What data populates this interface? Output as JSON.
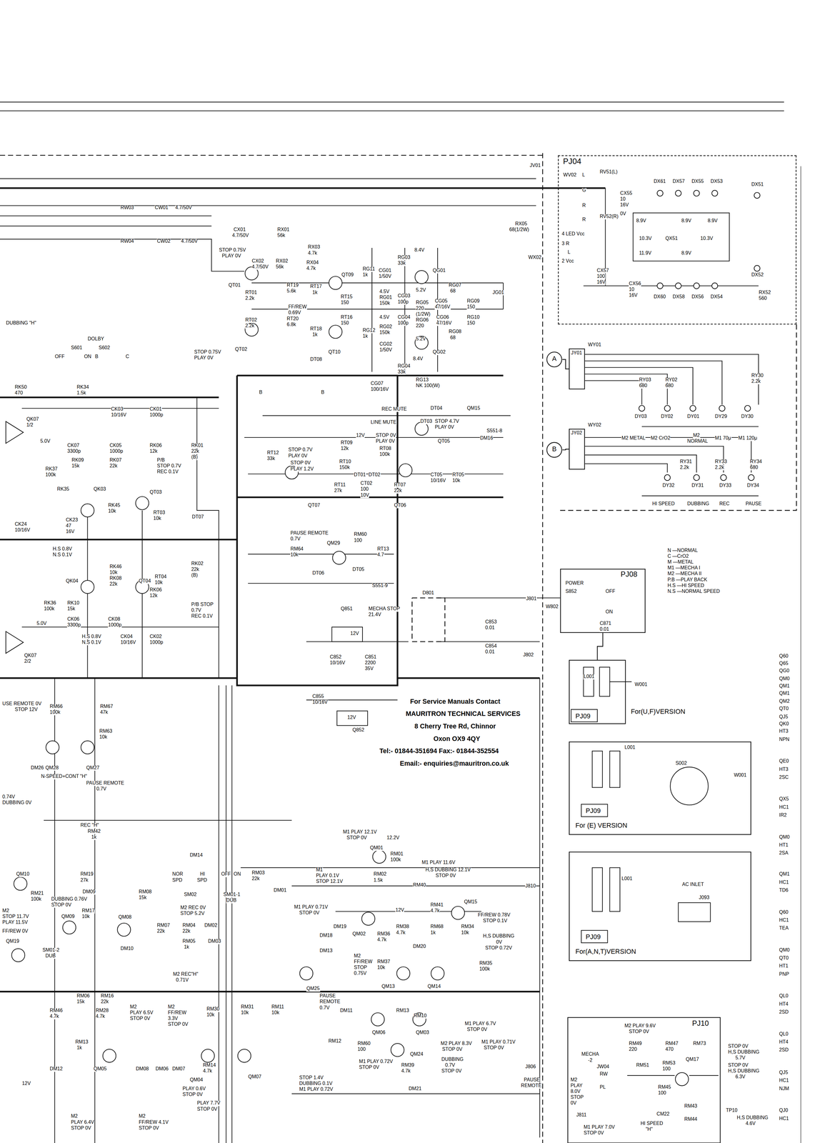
{
  "diagram": {
    "nodes": [
      {
        "text": [
          "PJ04"
        ]
      },
      {
        "text": [
          "JY01"
        ]
      },
      {
        "text": [
          "JY02"
        ]
      },
      {
        "text": [
          "A"
        ]
      },
      {
        "text": [
          "B"
        ]
      },
      {
        "text": [
          "PJ08"
        ]
      },
      {
        "text": [
          "PJ09",
          "For(U,F)VERSION"
        ]
      },
      {
        "text": [
          "PJ09",
          "For (E) VERSION"
        ]
      },
      {
        "text": [
          "PJ09",
          "For(A,N,T)VERSION"
        ]
      },
      {
        "text": [
          "PJ10"
        ]
      }
    ],
    "edges": [
      {
        "from": 5,
        "to": 6,
        "arrow": "none"
      },
      {
        "from": 3,
        "to": 1,
        "arrow": "none"
      },
      {
        "from": 4,
        "to": 2,
        "arrow": "none"
      }
    ],
    "labels": [
      "RW03",
      "CW01",
      "4.7/50V",
      "RW04",
      "CW02",
      "4.7/50V",
      "CX01",
      "4.7/50V",
      "RX01",
      "56k",
      "RX03",
      "4.7k",
      "STOP 0.75V",
      "PLAY 0V",
      "CX02",
      "4.7/50V",
      "RX02",
      "56k",
      "RX04",
      "4.7k",
      "QT09",
      "QT01",
      "RT01",
      "2.2k",
      "RT19",
      "5.6k",
      "RT17",
      "1k",
      "RT15",
      "150",
      "RG03",
      "33k",
      "8.4V",
      "QG01",
      "RG11",
      "1k",
      "CG01",
      "1/50V",
      "4.5V",
      "CG03",
      "100p",
      "RG01",
      "150k",
      "5.2V",
      "RG05",
      "220",
      "RG07",
      "68",
      "CG05",
      "47/16V",
      "RG09",
      "150",
      "JG01",
      "RT02",
      "2.2k",
      "RT20",
      "6.8k",
      "FF/REW",
      "0.69V",
      "RT16",
      "150",
      "RT18",
      "1k",
      "QT10",
      "QT02",
      "STOP 0.75V",
      "PLAY 0V",
      "DT08",
      "4.5V",
      "RG02",
      "150k",
      "RG12",
      "1k",
      "CG02",
      "1/50V",
      "CG04",
      "100p",
      "(1/2W)",
      "RG06",
      "220",
      "CG06",
      "47/16V",
      "RG10",
      "150",
      "RG08",
      "68",
      "5.2V",
      "QG02",
      "8.4V",
      "RG04",
      "33k",
      "DUBBING \"H\"",
      "DOLBY",
      "S601",
      "OFF",
      "ON",
      "S602",
      "B",
      "C",
      "RK50",
      "470",
      "RK34",
      "1.5k",
      "CG07",
      "100/16V",
      "RG13",
      "NK 100(W)",
      "B",
      "B",
      "REC MUTE",
      "DT04",
      "QM15",
      "DT03",
      "STOP 4.7V",
      "PLAY 0V",
      "S551-8",
      "DM16",
      "QT05",
      "LINE MUTE",
      "12V",
      "STOP 0V",
      "PLAY 0V",
      "STOP 0.7V",
      "PLAY 0V",
      "STOP 0V",
      "PLAY 1.2V",
      "RT12",
      "33k",
      "RT09",
      "12k",
      "RT08",
      "100k",
      "RT10",
      "150k",
      "DT01",
      "DT02",
      "RT11",
      "27k",
      "CT02",
      "100",
      "10V",
      "RT07",
      "22k",
      "CT05",
      "10/16V",
      "RT05",
      "10k",
      "QT07",
      "QT06",
      "QK07",
      "1/2",
      "5.0V",
      "CK03",
      "10/16V",
      "CK01",
      "1000p",
      "CK07",
      "3300p",
      "CK05",
      "1000p",
      "RK06",
      "12k",
      "RK01",
      "22k",
      "(B)",
      "RK09",
      "15k",
      "RK07",
      "22k",
      "P/B",
      "STOP 0.7V",
      "REC 0.1V",
      "RK37",
      "100k",
      "RK35",
      "QK03",
      "QT03",
      "RK45",
      "10k",
      "RT03",
      "10k",
      "DT07",
      "CK24",
      "10/16V",
      "CK23",
      "47",
      "16V",
      "H.S 0.8V",
      "N.S 0.1V",
      "QK04",
      "QT04",
      "RK46",
      "10k",
      "RK08",
      "22k",
      "RT04",
      "10k",
      "RK02",
      "22k",
      "(B)",
      "RK36",
      "100k",
      "RK10",
      "15k",
      "CK06",
      "3300p",
      "CK08",
      "1000p",
      "RK06",
      "12k",
      "P/B STOP",
      "0.7V",
      "REC 0.1V",
      "H.S 0.8V",
      "N.S 0.1V",
      "CK04",
      "10/16V",
      "CK02",
      "1000p",
      "QK07",
      "2/2",
      "5.0V",
      "PAUSE REMOTE",
      "0.7V",
      "RM64",
      "10k",
      "QM29",
      "RM60",
      "100",
      "RT13",
      "4.7",
      "DT05",
      "DT06",
      "S551-9",
      "Q851",
      "12V",
      "MECHA STOP",
      "21.4V",
      "D801",
      "C853",
      "0.01",
      "C854",
      "0.01",
      "C852",
      "10/16V",
      "C851",
      "2200",
      "35V",
      "J801",
      "W802",
      "POWER",
      "S852",
      "OFF",
      "ON",
      "C871",
      "0.01",
      "J802",
      "L001",
      "W001",
      "C855",
      "10/16V",
      "12V",
      "Q852",
      "For Service Manuals Contact",
      "MAURITRON TECHNICAL SERVICES",
      "8 Cherry Tree Rd, Chinnor",
      "Oxon OX9 4QY",
      "Tel:- 01844-351694 Fax:- 01844-352554",
      "Email:- enquiries@mauritron.co.uk",
      "USE REMOTE 0V",
      "STOP 12V",
      "RM66",
      "100k",
      "RM67",
      "47k",
      "RM63",
      "10k",
      "DM26",
      "QM28",
      "QM27",
      "N-SPEED+CONT \"H\"",
      "PAUSE REMOTE",
      "0.7V",
      "0.74V",
      "DUBBING 0V",
      "REC \"H\"",
      "RM42",
      "1k",
      "DM14",
      "QM10",
      "RM21",
      "100k",
      "M2",
      "STOP 11.7V",
      "PLAY 11.5V",
      "FF/REW 0V",
      "QM19",
      "SM01-2",
      "DUB",
      "RM19",
      "27k",
      "DM09",
      "DUBBING 0.76V",
      "STOP 0V",
      "RM08",
      "15k",
      "RM17",
      "10k",
      "QM09",
      "QM08",
      "DM10",
      "NOR",
      "SPD",
      "HI",
      "SPD",
      "SM02",
      "OFF",
      "ON",
      "SM01-1",
      "DUB",
      "RM03",
      "22k",
      "DM01",
      "M2 REC 0V",
      "STOP 5.2V",
      "RM07",
      "22k",
      "RM04",
      "22k",
      "DM02",
      "RM05",
      "1k",
      "DM03",
      "M2 REC\"H\"",
      "0.71V",
      "M1 PLAY 12.1V",
      "STOP 0V",
      "12.2V",
      "QM01",
      "RM01",
      "100k",
      "RM02",
      "1.5k",
      "M1",
      "PLAY 0.1V",
      "STOP 12.1V",
      "M1 PLAY 11.6V",
      "H,S DUBBING 12.1V",
      "STOP 0V",
      "J810",
      "M1 PLAY 0.71V",
      "STOP 0V",
      "RM40",
      "12V",
      "RM41",
      "4.7k",
      "QM15",
      "RM38",
      "4.7k",
      "RM68",
      "1k",
      "RM34",
      "10k",
      "FF/REW 0.78V",
      "STOP 0.1V",
      "H,S DUBBING",
      "0V",
      "STOP 0.72V",
      "DM19",
      "QM02",
      "RM36",
      "4.7k",
      "DM18",
      "DM13",
      "DM20",
      "M2",
      "FF/REW",
      "STOP",
      "0.75V",
      "RM37",
      "10k",
      "RM35",
      "100k",
      "QM25",
      "QM13",
      "QM14",
      "PAUSE",
      "REMOTE",
      "0.7V",
      "DM11",
      "RM13",
      "RM10",
      "M1 PLAY 6.7V",
      "STOP 0V",
      "M2 PLAY 8.3V",
      "STOP 0V",
      "M1 PLAY 0.71V",
      "STOP 0V",
      "QM06",
      "QM03",
      "RM60",
      "100",
      "QM24",
      "DUBBING",
      "0.7V",
      "STOP 0V",
      "M1 PLAY 0.72V",
      "STOP 0V",
      "RM39",
      "4.7k",
      "RM12",
      "DM21",
      "STOP 1.4V",
      "DUBBING 0.1V",
      "M1 PLAY 0.72V",
      "J806",
      "PAUSE",
      "REMOTE",
      "RM06",
      "15k",
      "RM16",
      "22k",
      "RM46",
      "4.7k",
      "RM28",
      "4.7k",
      "M2",
      "PLAY 6.5V",
      "STOP 0V",
      "M2",
      "FF/REW",
      "3.3V",
      "STOP 0V",
      "RM30",
      "10k",
      "RM31",
      "10k",
      "RM11",
      "10k",
      "RM13",
      "1k",
      "QM05",
      "DM12",
      "DM08",
      "DM06",
      "DM07",
      "RM14",
      "4.7k",
      "QM04",
      "QM07",
      "PLAY 0.6V",
      "STOP 0V",
      "PLAY 7.7V",
      "STOP 0V",
      "M2",
      "PLAY 6.4V",
      "STOP 0V",
      "M2",
      "FF/REW 4.1V",
      "STOP 0V",
      "12V",
      "JV01",
      "WV02",
      "L",
      "G",
      "R",
      "R",
      "RV51(L)",
      "RV52(R)",
      "CX55",
      "10",
      "16V",
      "0V",
      "8.9V",
      "10.3V",
      "QX51",
      "8.9V",
      "10.3V",
      "8.9V",
      "11.9V",
      "8.9V",
      "RX05",
      "68(1/2W)",
      "4 LED Vcc",
      "3 R",
      "L",
      "2 Vcc",
      "WX02",
      "CX57",
      "100",
      "16V",
      "CX56",
      "10",
      "16V",
      "RX52",
      "560",
      "DX61",
      "DX57",
      "DX55",
      "DX53",
      "DX51",
      "DX60",
      "DX58",
      "DX56",
      "DX54",
      "DX52",
      "WY01",
      "RY03",
      "680",
      "RY02",
      "680",
      "RY30",
      "2.2k",
      "DY03",
      "DY02",
      "DY01",
      "DY29",
      "DY30",
      "M2 METAL",
      "M2 CrO2",
      "M2",
      "NORMAL",
      "M1 70μ",
      "M1 120μ",
      "WY02",
      "RY31",
      "2.2k",
      "RY33",
      "2.2k",
      "RY34",
      "680",
      "DY32",
      "DY31",
      "DY33",
      "DY34",
      "HI SPEED",
      "DUBBING",
      "REC",
      "PAUSE",
      "N —NORMAL",
      "C —CrO2",
      "M —METAL",
      "M1 —MECHA I",
      "M2 —MECHA II",
      "P.B —PLAY BACK",
      "H.S —HI SPEED",
      "N.S —NORMAL SPEED",
      "L001",
      "S002",
      "W001",
      "L001",
      "AC INLET",
      "J093",
      "M2 PLAY 9.6V",
      "STOP 0V",
      "RM49",
      "220",
      "RM47",
      "470",
      "RM73",
      "MECHA",
      "-2",
      "JW04",
      "RW",
      "PL",
      "RM51",
      "RM53",
      "100",
      "QM17",
      "RM45",
      "100",
      "M2",
      "PLAY",
      "8.0V",
      "STOP",
      "0V",
      "RM43",
      "RM44",
      "J811",
      "M1 PLAY 7.0V",
      "STOP 0V",
      "HI SPEED",
      "\"H\"",
      "CM22",
      "TP10",
      "STOP 0V",
      "H,S DUBBING",
      "5.7V",
      "STOP 0V",
      "H,S DUBBING",
      "6.3V",
      "H,S DUBBING",
      "4.6V",
      "Q60",
      "Q65",
      "QG0",
      "QM0",
      "QM1",
      "QM1",
      "QM2",
      "QT0",
      "QJ5",
      "QK0",
      "HT3",
      "NPN",
      "QE0",
      "HT3",
      "2SC",
      "QX5",
      "HC1",
      "IR2",
      "QM0",
      "HT1",
      "2SA",
      "QM1",
      "HC1",
      "TD6",
      "Q60",
      "HC1",
      "TEA",
      "QM0",
      "QT0",
      "HT1",
      "PNP",
      "QL0",
      "HT4",
      "2SD",
      "QL0",
      "HT4",
      "2SD",
      "QJ5",
      "HC1",
      "NJM",
      "QJ0",
      "HC1"
    ]
  }
}
